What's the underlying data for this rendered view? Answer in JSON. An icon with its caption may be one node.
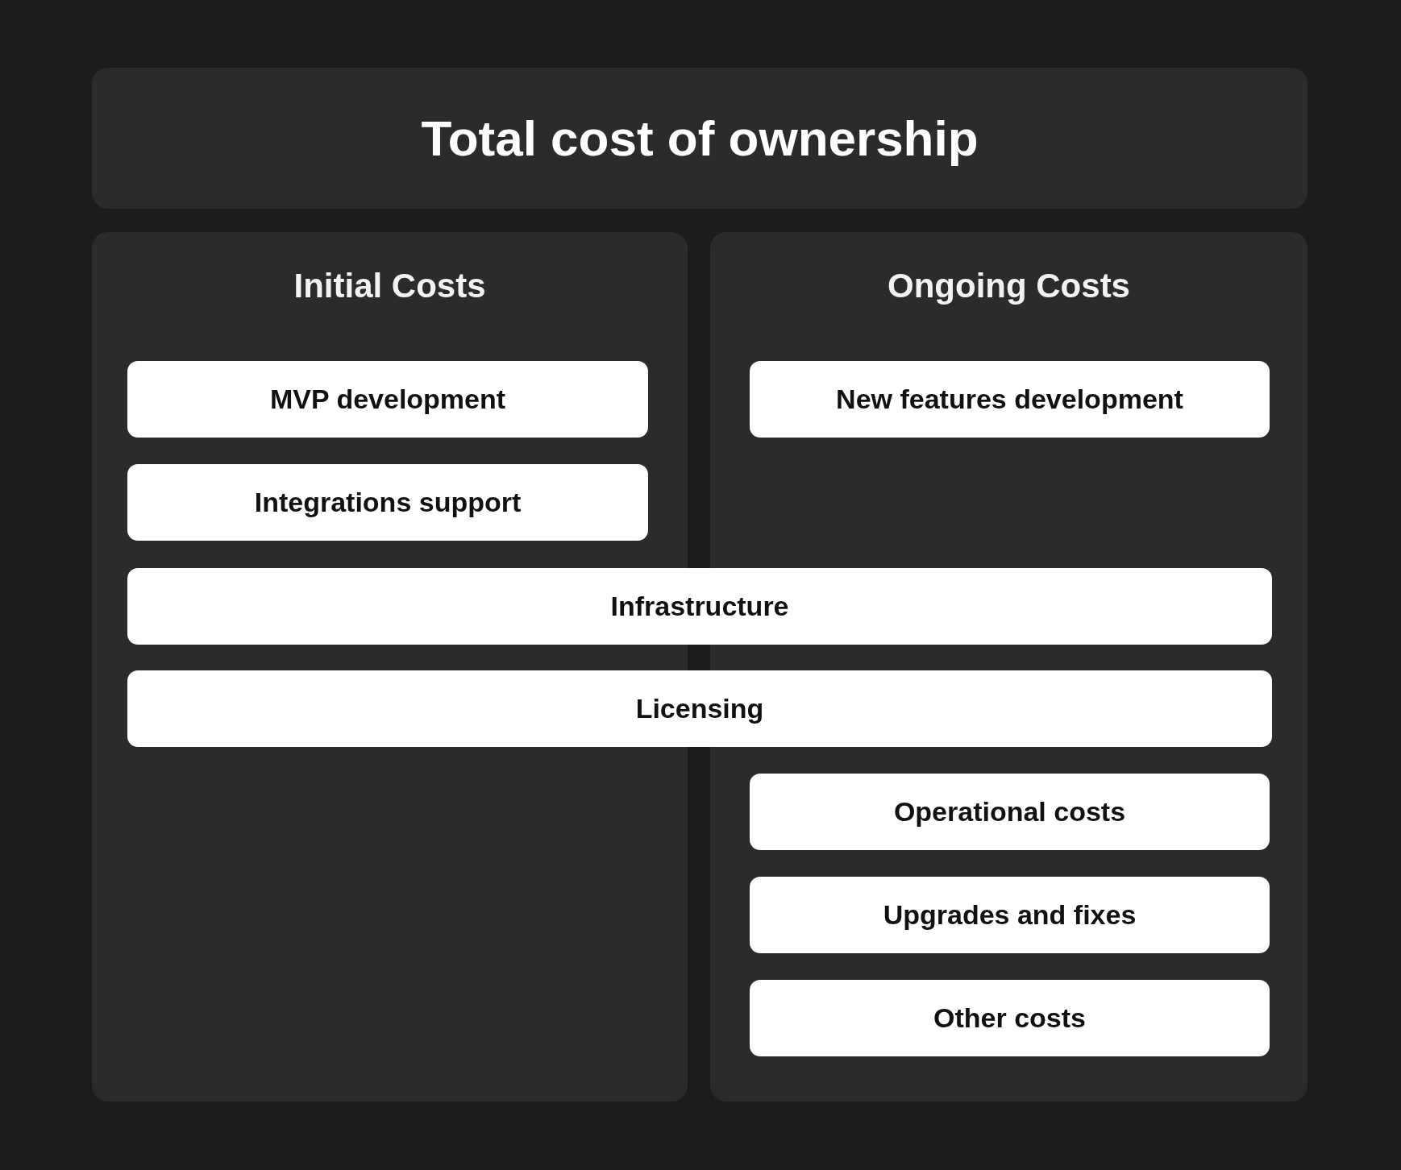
{
  "diagram": {
    "nodes": [
      {
        "text": [
          "Total cost of ownership"
        ]
      },
      {
        "text": [
          "Initial Costs"
        ]
      },
      {
        "text": [
          "Ongoing Costs"
        ]
      },
      {
        "text": [
          "MVP development"
        ],
        "in": 1
      },
      {
        "text": [
          "Integrations support"
        ],
        "in": 1
      },
      {
        "text": [
          "New features development"
        ],
        "in": 2
      },
      {
        "text": [
          "Infrastructure"
        ]
      },
      {
        "text": [
          "Licensing"
        ]
      },
      {
        "text": [
          "Operational costs"
        ],
        "in": 2
      },
      {
        "text": [
          "Upgrades and fixes"
        ],
        "in": 2
      },
      {
        "text": [
          "Other costs"
        ],
        "in": 2
      }
    ]
  }
}
